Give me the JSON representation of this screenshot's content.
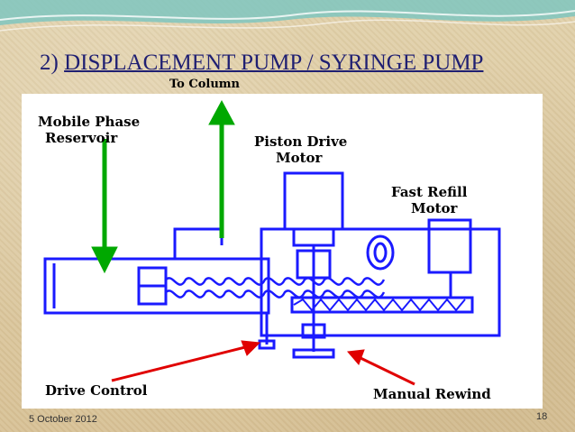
{
  "slide": {
    "title_number": "2)",
    "title_text": "DISPLACEMENT PUMP / SYRINGE PUMP",
    "footer_date": "5 October 2012",
    "page_number": "18"
  },
  "diagram": {
    "labels": {
      "to_column": "To Column",
      "mobile_phase_line1": "Mobile Phase",
      "mobile_phase_line2": "Reservoir",
      "piston_motor_line1": "Piston Drive",
      "piston_motor_line2": "Motor",
      "fast_refill_line1": "Fast Refill",
      "fast_refill_line2": "Motor",
      "drive_control": "Drive Control",
      "manual_rewind": "Manual Rewind"
    },
    "colors": {
      "diagram_blue": "#1a1aff",
      "green_arrow": "#00a800",
      "red_arrow": "#e00000",
      "title_blue": "#1f1f72"
    }
  }
}
